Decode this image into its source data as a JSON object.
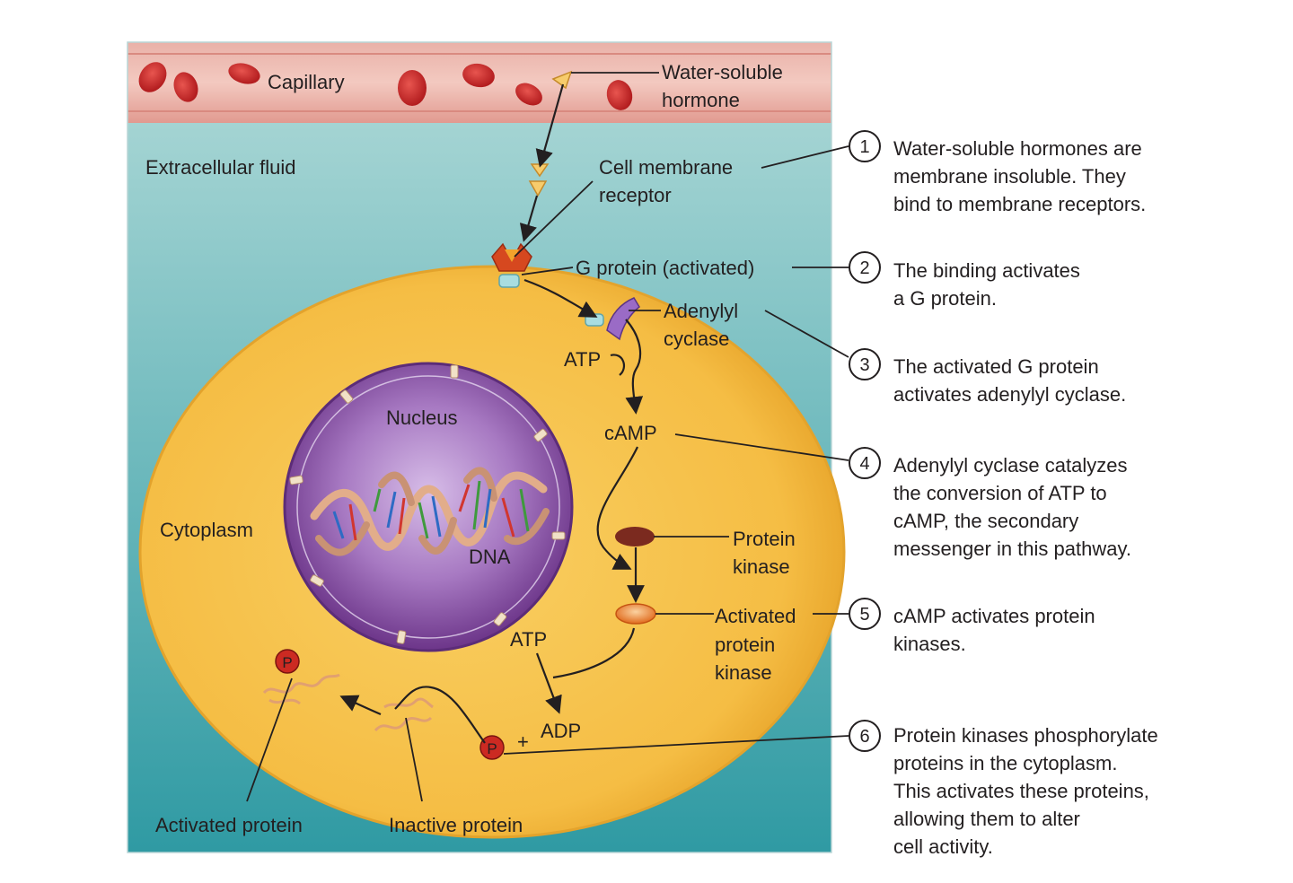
{
  "labels": {
    "capillary": "Capillary",
    "hormone_line1": "Water-soluble",
    "hormone_line2": "hormone",
    "extracellular": "Extracellular fluid",
    "receptor_line1": "Cell membrane",
    "receptor_line2": "receptor",
    "g_protein": "G protein (activated)",
    "adenylyl_line1": "Adenylyl",
    "adenylyl_line2": "cyclase",
    "atp_top": "ATP",
    "camp": "cAMP",
    "nucleus": "Nucleus",
    "cytoplasm": "Cytoplasm",
    "dna": "DNA",
    "protein_kinase_line1": "Protein",
    "protein_kinase_line2": "kinase",
    "activated_kinase_line1": "Activated",
    "activated_kinase_line2": "protein",
    "activated_kinase_line3": "kinase",
    "atp_bottom": "ATP",
    "adp": "ADP",
    "plus": "+",
    "phosphate_left": "P",
    "phosphate_right": "P",
    "activated_protein": "Activated protein",
    "inactive_protein": "Inactive protein"
  },
  "steps": [
    {
      "number": "1",
      "lines": [
        "Water-soluble hormones are",
        "membrane insoluble. They",
        "bind to membrane receptors."
      ]
    },
    {
      "number": "2",
      "lines": [
        "The binding activates",
        "a G protein."
      ]
    },
    {
      "number": "3",
      "lines": [
        "The activated G protein",
        "activates adenylyl cyclase."
      ]
    },
    {
      "number": "4",
      "lines": [
        "Adenylyl cyclase catalyzes",
        "the conversion of ATP to",
        "cAMP, the secondary",
        "messenger in this pathway."
      ]
    },
    {
      "number": "5",
      "lines": [
        "cAMP activates protein",
        "kinases."
      ]
    },
    {
      "number": "6",
      "lines": [
        "Protein kinases phosphorylate",
        "proteins in the cytoplasm.",
        "This activates these proteins,",
        "allowing them to alter",
        "cell activity."
      ]
    }
  ],
  "colors": {
    "capillary": "#e6a29a",
    "extracellular_top": "#9fd0d0",
    "extracellular_bottom": "#2f9aa3",
    "cytoplasm": "#f6c24e",
    "nucleus": "#7a3f94",
    "phosphate": "#cc2a22",
    "red_cell": "#c42224"
  }
}
